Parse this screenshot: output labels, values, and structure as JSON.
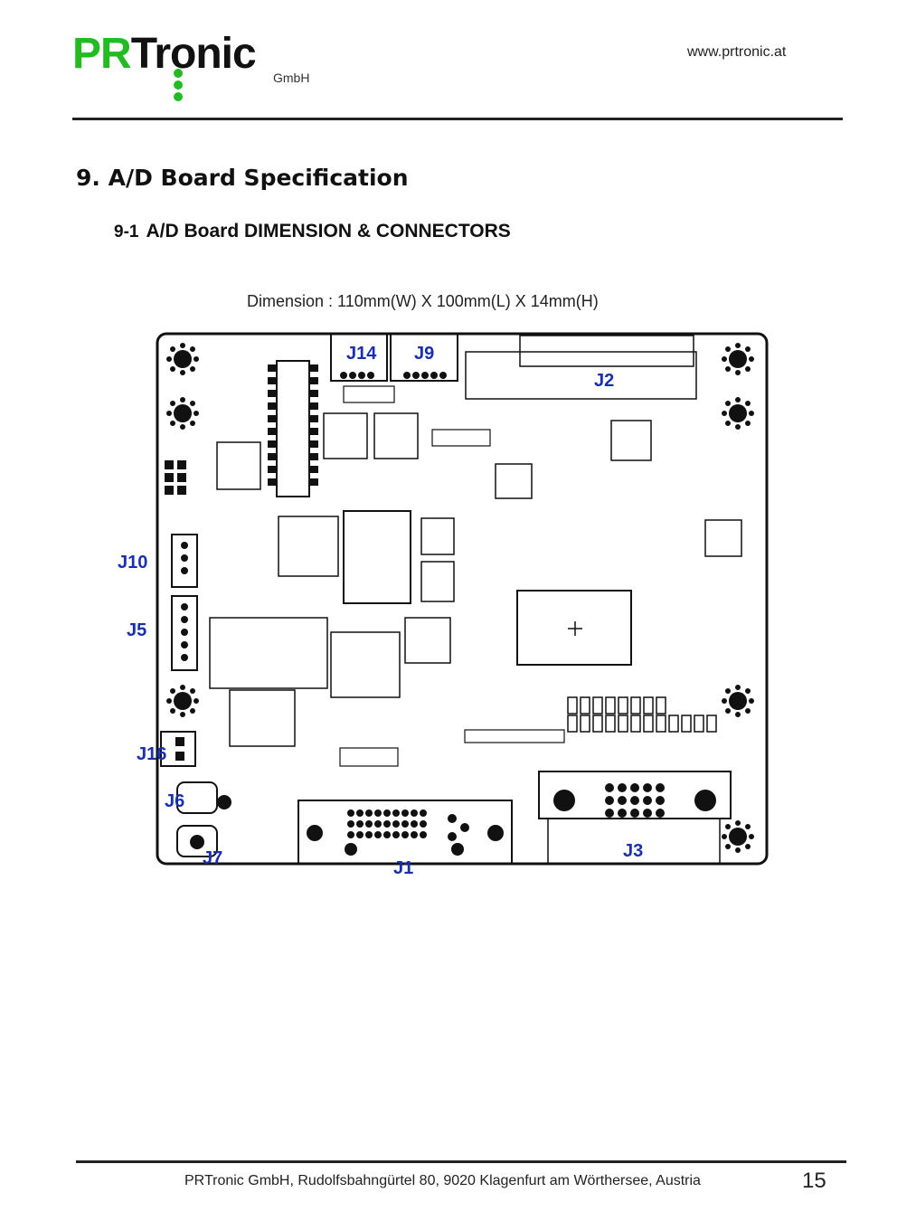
{
  "header": {
    "logo_main": "PRTronic",
    "logo_sub": "GmbH",
    "website": "www.prtronic.at",
    "logo_green": "#22bb22",
    "logo_dark": "#111111"
  },
  "section": {
    "title": "9. A/D Board Specification",
    "subsection_number": "9-1",
    "subsection_title": "A/D Board DIMENSION & CONNECTORS",
    "dimension": "Dimension : 110mm(W) X 100mm(L) X 14mm(H)"
  },
  "diagram": {
    "label_color": "#1a2fb0",
    "connectors": [
      "J14",
      "J9",
      "J2",
      "J10",
      "J5",
      "J16",
      "J6",
      "J7",
      "J1",
      "J3"
    ]
  },
  "footer": {
    "address": "PRTronic GmbH, Rudolfsbahngürtel 80, 9020 Klagenfurt am Wörthersee, Austria",
    "page_number": "15"
  }
}
